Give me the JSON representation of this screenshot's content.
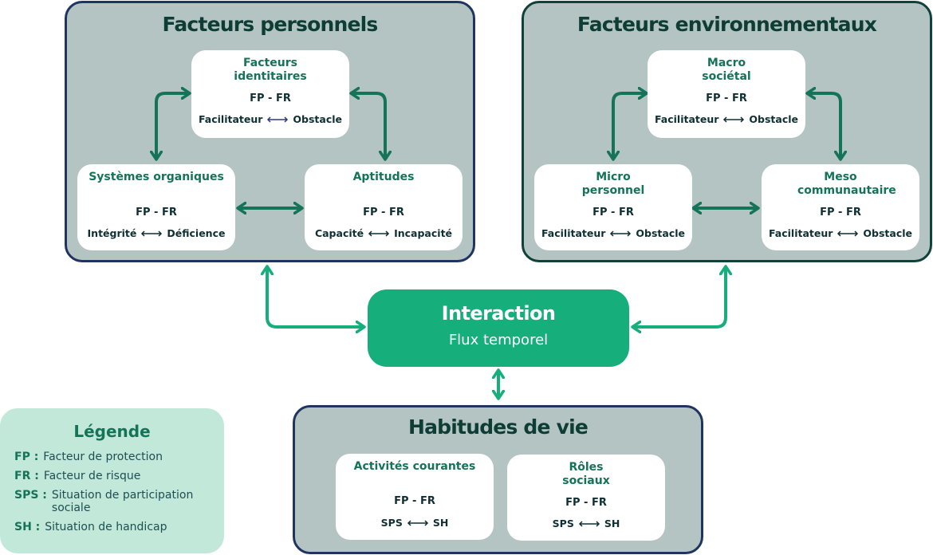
{
  "personal_factors": {
    "title": "Facteurs personnels",
    "cards": [
      {
        "title": "Facteurs identitaires",
        "fpfr": "FP - FR",
        "left": "Facilitateur",
        "right": "Obstacle"
      },
      {
        "title": "Systèmes organiques",
        "fpfr": "FP - FR",
        "left": "Intégrité",
        "right": "Déficience"
      },
      {
        "title": "Aptitudes",
        "fpfr": "FP - FR",
        "left": "Capacité",
        "right": "Incapacité"
      }
    ]
  },
  "environmental_factors": {
    "title": "Facteurs environnementaux",
    "cards": [
      {
        "title": "Macro sociétal",
        "fpfr": "FP - FR",
        "left": "Facilitateur",
        "right": "Obstacle"
      },
      {
        "title": "Micro personnel",
        "fpfr": "FP - FR",
        "left": "Facilitateur",
        "right": "Obstacle"
      },
      {
        "title": "Meso communautaire",
        "fpfr": "FP - FR",
        "left": "Facilitateur",
        "right": "Obstacle"
      }
    ]
  },
  "interaction": {
    "title": "Interaction",
    "subtitle": "Flux temporel"
  },
  "life_habits": {
    "title": "Habitudes de vie",
    "cards": [
      {
        "title": "Activités courantes",
        "fpfr": "FP - FR",
        "left": "SPS",
        "right": "SH"
      },
      {
        "title": "Rôles sociaux",
        "fpfr": "FP - FR",
        "left": "SPS",
        "right": "SH"
      }
    ]
  },
  "legend": {
    "title": "Légende",
    "items": [
      {
        "key": "FP :",
        "value": "Facteur de protection"
      },
      {
        "key": "FR :",
        "value": "Facteur de risque"
      },
      {
        "key": "SPS :",
        "value": "Situation de participation sociale"
      },
      {
        "key": "SH :",
        "value": "Situation de handicap"
      }
    ]
  },
  "colors": {
    "group_bg": "#b3c4c3",
    "accent_green": "#16ae7a",
    "dark_green": "#157358",
    "navy": "#1f3560",
    "legend_bg": "#c2e8da"
  }
}
